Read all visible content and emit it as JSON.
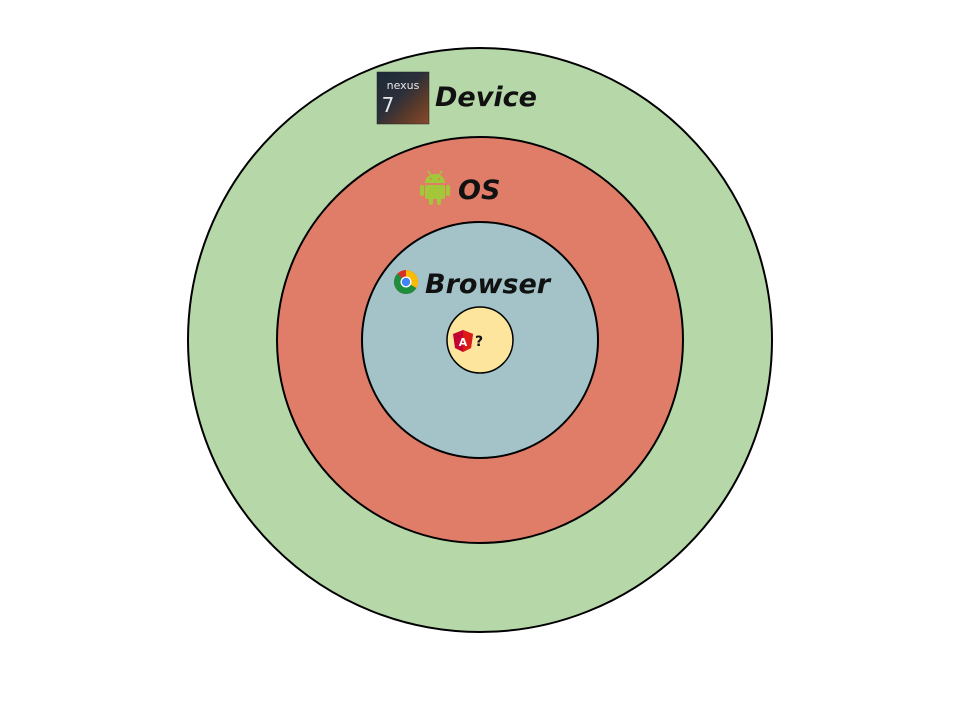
{
  "diagram": {
    "layers": [
      {
        "id": "device",
        "label": "Device",
        "icon": "nexus-7-icon",
        "fill": "#b6d7a8"
      },
      {
        "id": "os",
        "label": "OS",
        "icon": "android-icon",
        "fill": "#e07d69"
      },
      {
        "id": "browser",
        "label": "Browser",
        "icon": "chrome-icon",
        "fill": "#a3c3c9"
      },
      {
        "id": "app",
        "label": "?",
        "icon": "angularjs-icon",
        "fill": "#fde59e"
      }
    ],
    "nexus_icon_text": "nexus",
    "nexus_icon_number": "7",
    "angular_icon_letter": "A",
    "outline_color": "#000000"
  }
}
